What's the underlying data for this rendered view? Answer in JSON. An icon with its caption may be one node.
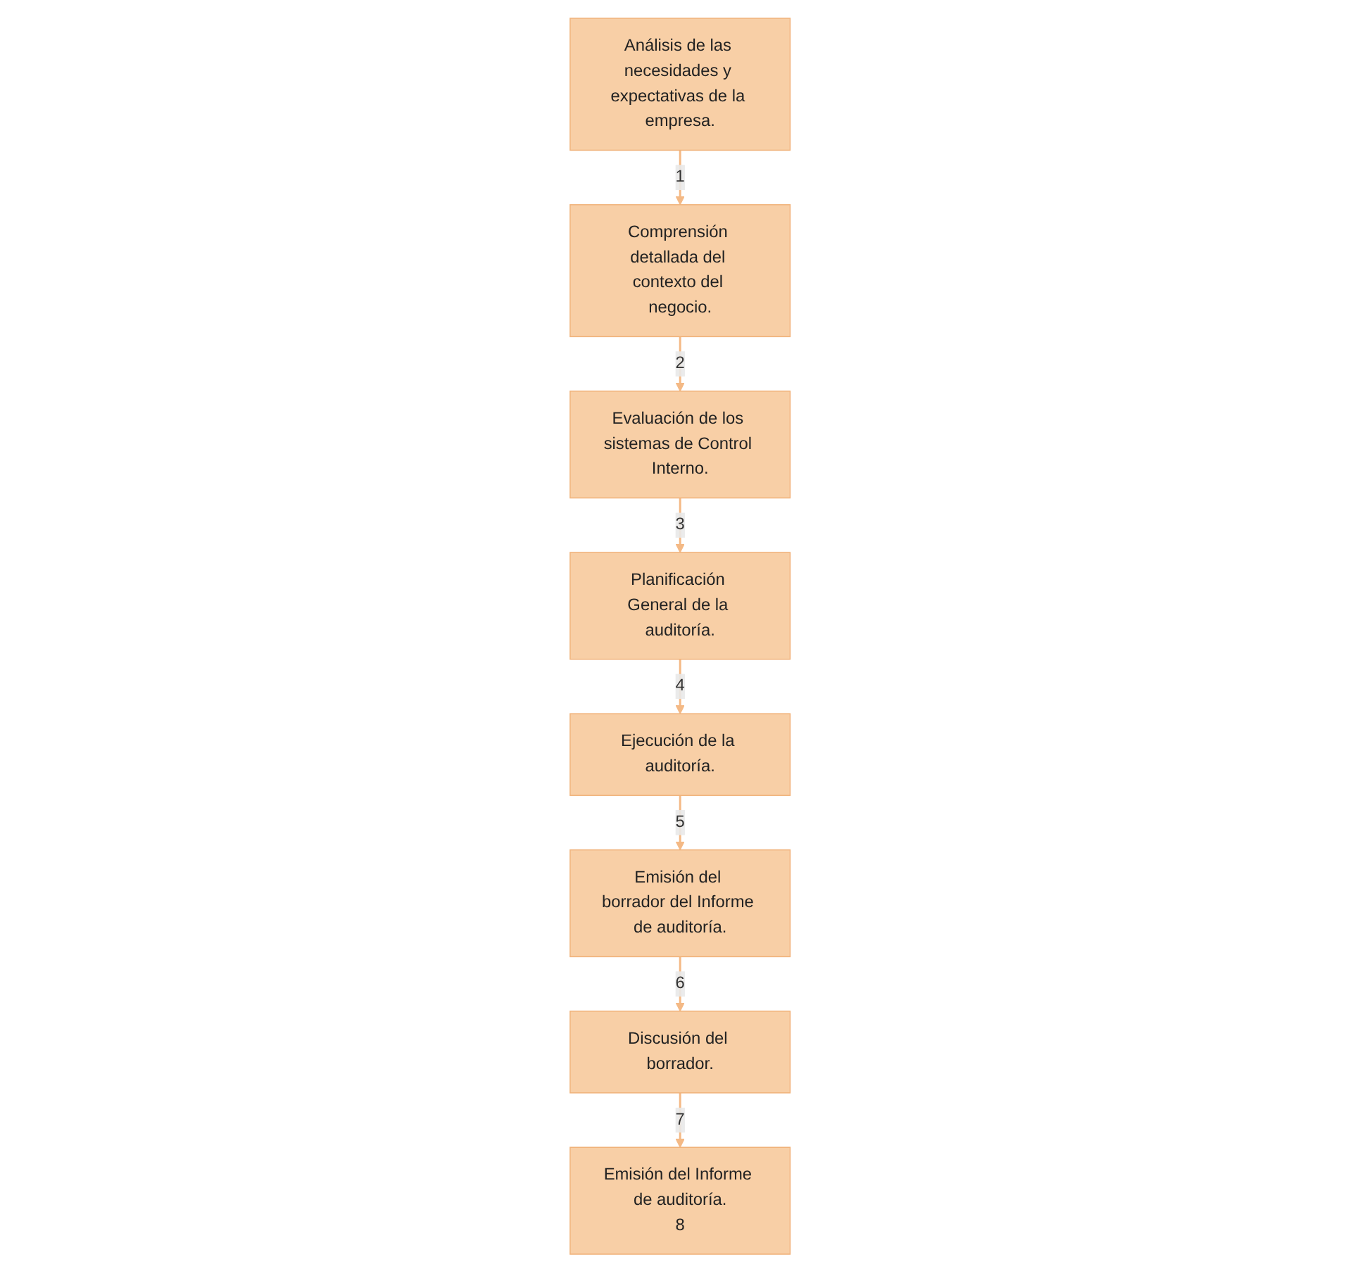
{
  "diagram": {
    "nodes": [
      {
        "text": [
          "Análisis de las necesidades y expectativas de la empresa."
        ]
      },
      {
        "text": [
          "Comprensión detallada del contexto del negocio."
        ]
      },
      {
        "text": [
          "Evaluación de los sistemas de Control Interno."
        ]
      },
      {
        "text": [
          "Planificación General de la auditoría."
        ]
      },
      {
        "text": [
          "Ejecución de la auditoría."
        ]
      },
      {
        "text": [
          "Emisión del borrador del Informe de auditoría."
        ]
      },
      {
        "text": [
          "Discusión del borrador."
        ]
      },
      {
        "text": [
          "Emisión del Informe de auditoría.",
          "8"
        ]
      }
    ],
    "edges": [
      {
        "from": 0,
        "to": 1,
        "arrow": "to",
        "label": "1"
      },
      {
        "from": 1,
        "to": 2,
        "arrow": "to",
        "label": "2"
      },
      {
        "from": 2,
        "to": 3,
        "arrow": "to",
        "label": "3"
      },
      {
        "from": 3,
        "to": 4,
        "arrow": "to",
        "label": "4"
      },
      {
        "from": 4,
        "to": 5,
        "arrow": "to",
        "label": "5"
      },
      {
        "from": 5,
        "to": 6,
        "arrow": "to",
        "label": "6"
      },
      {
        "from": 6,
        "to": 7,
        "arrow": "to",
        "label": "7"
      }
    ]
  }
}
